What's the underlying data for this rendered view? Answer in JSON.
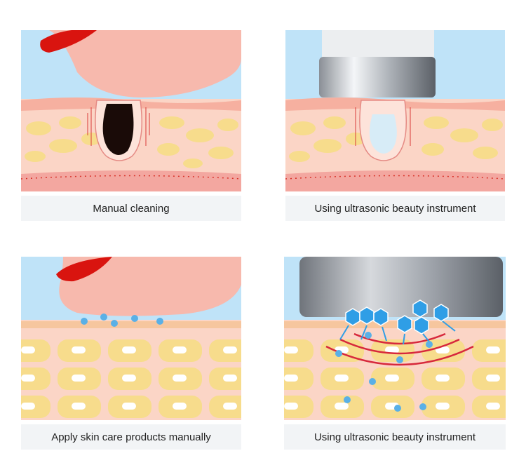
{
  "panels": [
    {
      "caption": "Manual cleaning"
    },
    {
      "caption": "Using ultrasonic beauty instrument"
    },
    {
      "caption": "Apply skin care products manually"
    },
    {
      "caption": "Using ultrasonic beauty instrument"
    }
  ],
  "colors": {
    "sky": "#bfe3f8",
    "skin_top": "#f9c5b8",
    "fat_yellow": "#f7dc8c",
    "nail_red": "#d9140f",
    "finger": "#f7b9ad",
    "water_blue": "#2f9ee6",
    "caption_bg": "#f2f4f6"
  }
}
